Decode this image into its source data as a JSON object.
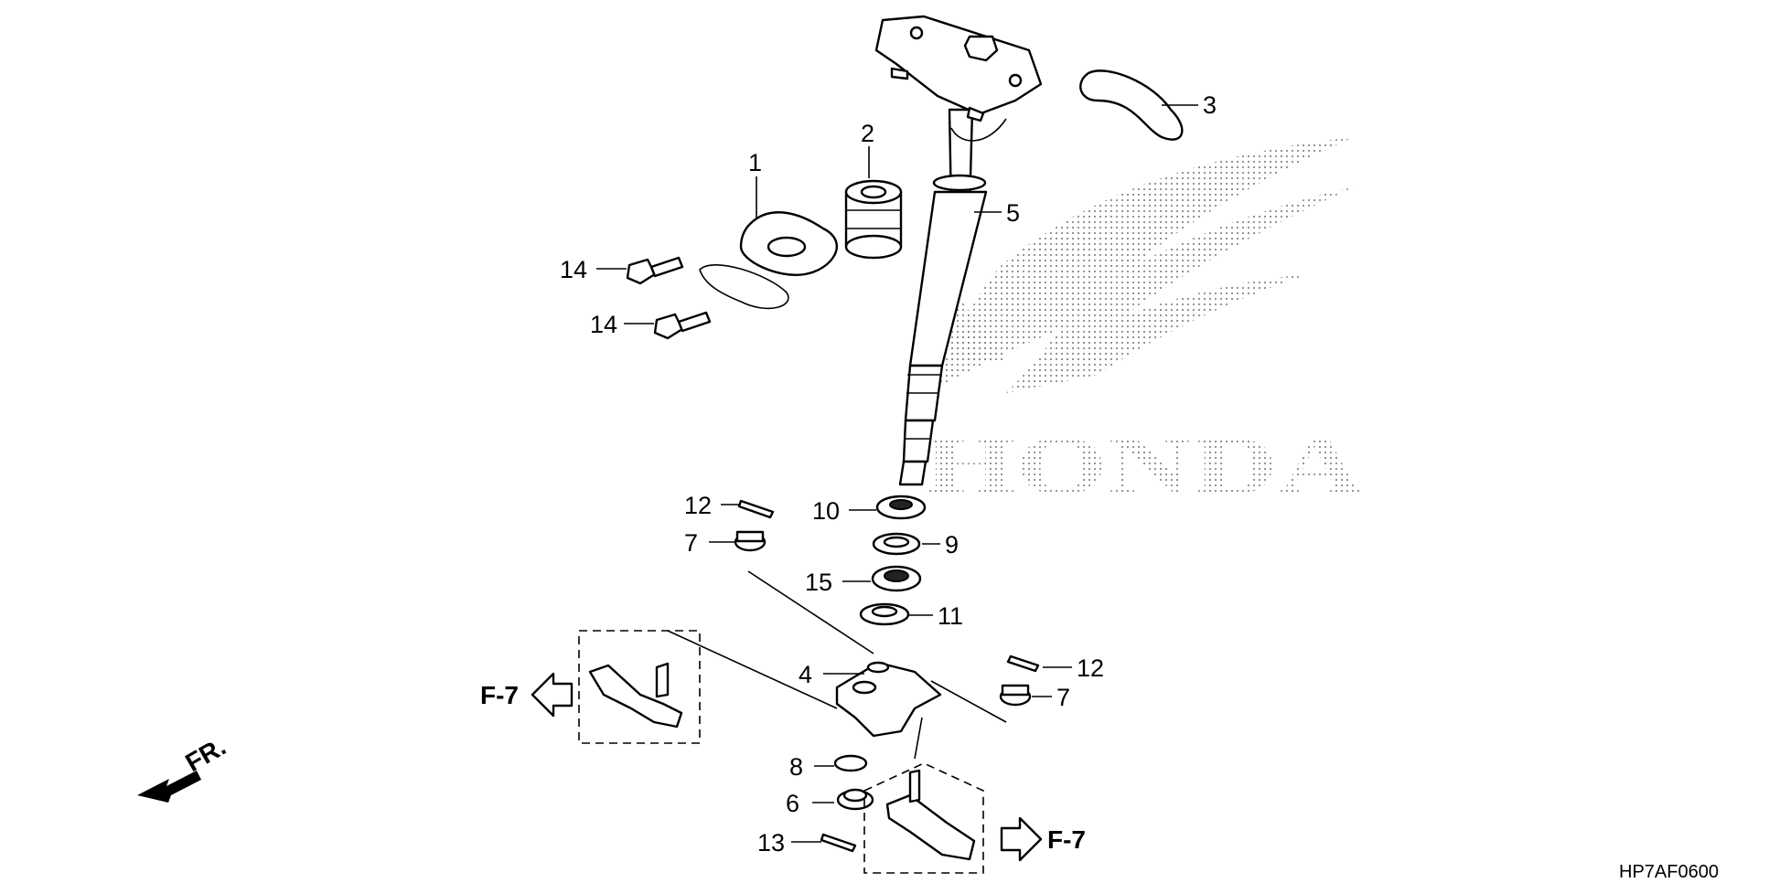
{
  "logo": {
    "text": "HONDA",
    "color": "#999999"
  },
  "callouts": [
    {
      "id": "1",
      "label": "1"
    },
    {
      "id": "2",
      "label": "2"
    },
    {
      "id": "3",
      "label": "3"
    },
    {
      "id": "4",
      "label": "4"
    },
    {
      "id": "5",
      "label": "5"
    },
    {
      "id": "6",
      "label": "6"
    },
    {
      "id": "7a",
      "label": "7"
    },
    {
      "id": "7b",
      "label": "7"
    },
    {
      "id": "8",
      "label": "8"
    },
    {
      "id": "9",
      "label": "9"
    },
    {
      "id": "10",
      "label": "10"
    },
    {
      "id": "11",
      "label": "11"
    },
    {
      "id": "12a",
      "label": "12"
    },
    {
      "id": "12b",
      "label": "12"
    },
    {
      "id": "13",
      "label": "13"
    },
    {
      "id": "14a",
      "label": "14"
    },
    {
      "id": "14b",
      "label": "14"
    },
    {
      "id": "15",
      "label": "15"
    }
  ],
  "references": {
    "left": "F-7",
    "right": "F-7"
  },
  "front_marker": "FR.",
  "diagram_code": "HP7AF0600"
}
